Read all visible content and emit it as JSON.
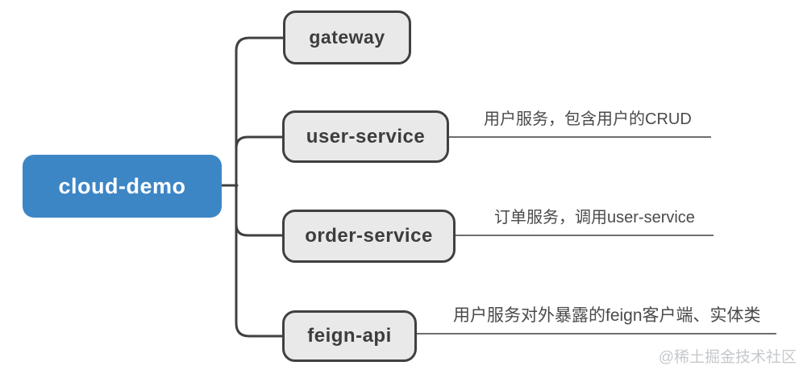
{
  "colors": {
    "root_fill": "#3d86c6",
    "root_text": "#ffffff",
    "node_fill": "#e9e9e9",
    "node_border": "#404040",
    "node_text": "#3d3d3d",
    "connector": "#404040",
    "note_line": "#6e6e6e",
    "note_text": "#4a4a4a",
    "watermark": "#c6c9cc"
  },
  "diagram": {
    "type": "mindmap",
    "root": {
      "label": "cloud-demo"
    },
    "children": [
      {
        "label": "gateway",
        "note": ""
      },
      {
        "label": "user-service",
        "note": "用户服务，包含用户的CRUD"
      },
      {
        "label": "order-service",
        "note": "订单服务，调用user-service"
      },
      {
        "label": "feign-api",
        "note": "用户服务对外暴露的feign客户端、实体类"
      }
    ]
  },
  "watermark": {
    "text": "@稀土掘金技术社区"
  }
}
